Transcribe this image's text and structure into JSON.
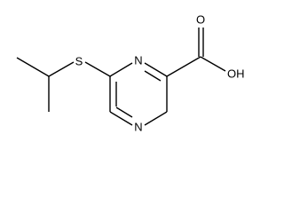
{
  "molecule": {
    "atom_labels": {
      "sulfur": "S",
      "nitrogen_top": "N",
      "nitrogen_bottom": "N",
      "carbonyl_oxygen": "O",
      "hydroxyl": "OH"
    }
  }
}
